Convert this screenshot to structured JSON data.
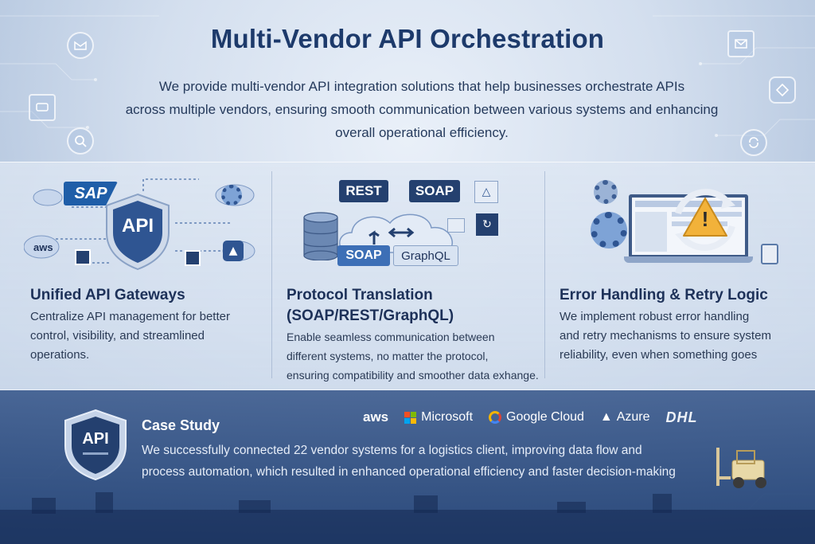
{
  "header": {
    "title": "Multi-Vendor API Orchestration",
    "intro_lines": [
      "We provide multi-vendor API integration solutions that help businesses orchestrate APIs",
      "across multiple vendors, ensuring smooth communication between various systems and enhancing",
      "overall operational efficiency."
    ],
    "side_icons": [
      "mail-icon",
      "chat-icon",
      "search-icon",
      "envelope-icon",
      "diamond-icon",
      "refresh-icon"
    ]
  },
  "features": [
    {
      "title": "Unified API Gateways",
      "desc_lines": [
        "Centralize API management for better",
        "control, visibility, and streamlined",
        "operations."
      ],
      "illustration": {
        "badge": "API",
        "sap": "SAP",
        "aws": "aws"
      }
    },
    {
      "title_lines": [
        "Protocol Translation",
        "(SOAP/REST/GraphQL)"
      ],
      "desc_lines": [
        "Enable seamless communication between",
        "different systems, no matter the protocol,",
        "ensuring compatibility and smoother data exhange."
      ],
      "illustration": {
        "rest": "REST",
        "soap_top": "SOAP",
        "soap_bottom": "SOAP",
        "graphql": "GraphQL"
      }
    },
    {
      "title": "Error Handling & Retry Logic",
      "desc_lines": [
        "We implement robust error handling",
        "and retry mechanisms to ensure system",
        "reliability, even when something goes"
      ],
      "illustration": {
        "warning": "!"
      }
    }
  ],
  "case_study": {
    "badge": "API",
    "title": "Case Study",
    "text_lines": [
      "We successfully connected 22 vendor systems for a logistics client, improving data flow and",
      "process automation, which resulted in enhanced operational efficiency and faster decision-making"
    ],
    "logos": [
      "aws",
      "Microsoft",
      "Google Cloud",
      "Azure",
      "DHL"
    ]
  },
  "colors": {
    "title": "#1d3a6b",
    "navy": "#24406f",
    "accent_blue": "#3d6fb6",
    "warning": "#f2b23a",
    "case_bg": "#2f5288"
  }
}
